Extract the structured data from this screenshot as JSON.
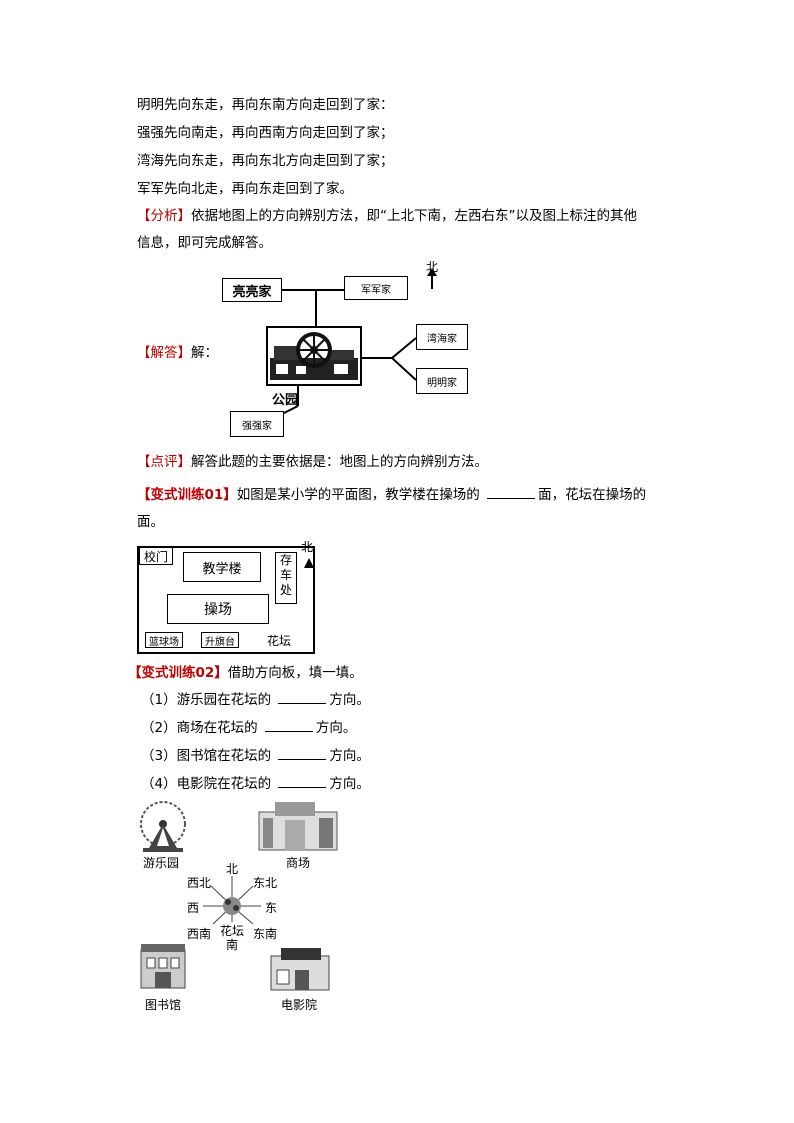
{
  "lines": {
    "l1": "明明先向东走，再向东南方向走回到了家：",
    "l2": "强强先向南走，再向西南方向走回到了家；",
    "l3": "湾海先向东走，再向东北方向走回到了家；",
    "l4": "军军先向北走，再向东走回到了家。",
    "analysis_tag": "【分析】",
    "analysis_text1": "依据地图上的方向辨别方法，即“上北下南，左西右东”以及图上标注的其他",
    "analysis_text2": "信息，即可完成解答。",
    "answer_tag": "【解答】",
    "answer_text": "解：",
    "comment_tag": "【点评】",
    "comment_text": "解答此题的主要依据是：地图上的方向辨别方法。",
    "v1_tag": "【变式训练01】",
    "v1_text_a": "如图是某小学的平面图，教学楼在操场的",
    "v1_text_b": "面，花坛在操场的",
    "v1_text2": "面。",
    "v2_tag": "【变式训练02】",
    "v2_text": "借助方向板，填一填。",
    "q1_a": "（1）游乐园在花坛的",
    "q1_b": "方向。",
    "q2_a": "（2）商场在花坛的",
    "q2_b": "方向。",
    "q3_a": "（3）图书馆在花坛的",
    "q3_b": "方向。",
    "q4_a": "（4）电影院在花坛的",
    "q4_b": "方向。"
  },
  "map1": {
    "north": "北",
    "liangliang": "亮亮家",
    "junjun": "军军家",
    "wanhai": "湾海家",
    "mingming": "明明家",
    "qiangqiang": "强强家",
    "park": "公园"
  },
  "map2": {
    "north": "北",
    "gate": "校门",
    "teaching": "教学楼",
    "bike_c1": "存",
    "bike_c2": "车",
    "bike_c3": "处",
    "playground": "操场",
    "basketball": "篮球场",
    "flagstand": "升旗台",
    "flowerbed": "花坛"
  },
  "map3": {
    "amusement": "游乐园",
    "mall": "商场",
    "library": "图书馆",
    "cinema": "电影院",
    "n": "北",
    "s": "南",
    "e": "东",
    "w": "西",
    "nw": "西北",
    "ne": "东北",
    "sw": "西南",
    "se": "东南",
    "center": "花坛"
  },
  "colors": {
    "tag_red": "#c00000"
  }
}
